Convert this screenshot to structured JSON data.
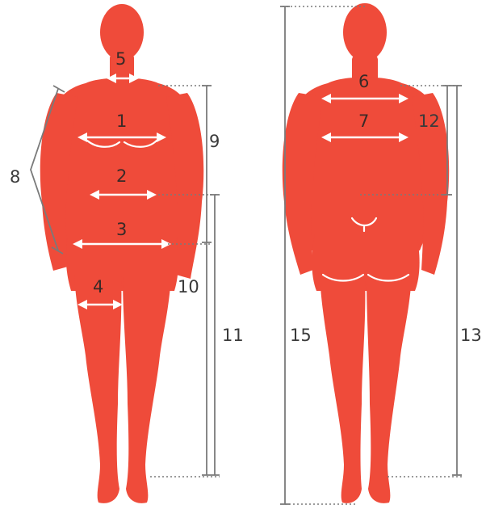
{
  "colors": {
    "body": "#ef4b3a",
    "dimension_line": "#7a7a7a",
    "measure_line": "#ffffff"
  },
  "labels": {
    "m1": "1",
    "m2": "2",
    "m3": "3",
    "m4": "4",
    "m5": "5",
    "m6": "6",
    "m7": "7",
    "m8": "8",
    "m9": "9",
    "m10": "10",
    "m11": "11",
    "m12": "12",
    "m13": "13",
    "m15": "15"
  }
}
